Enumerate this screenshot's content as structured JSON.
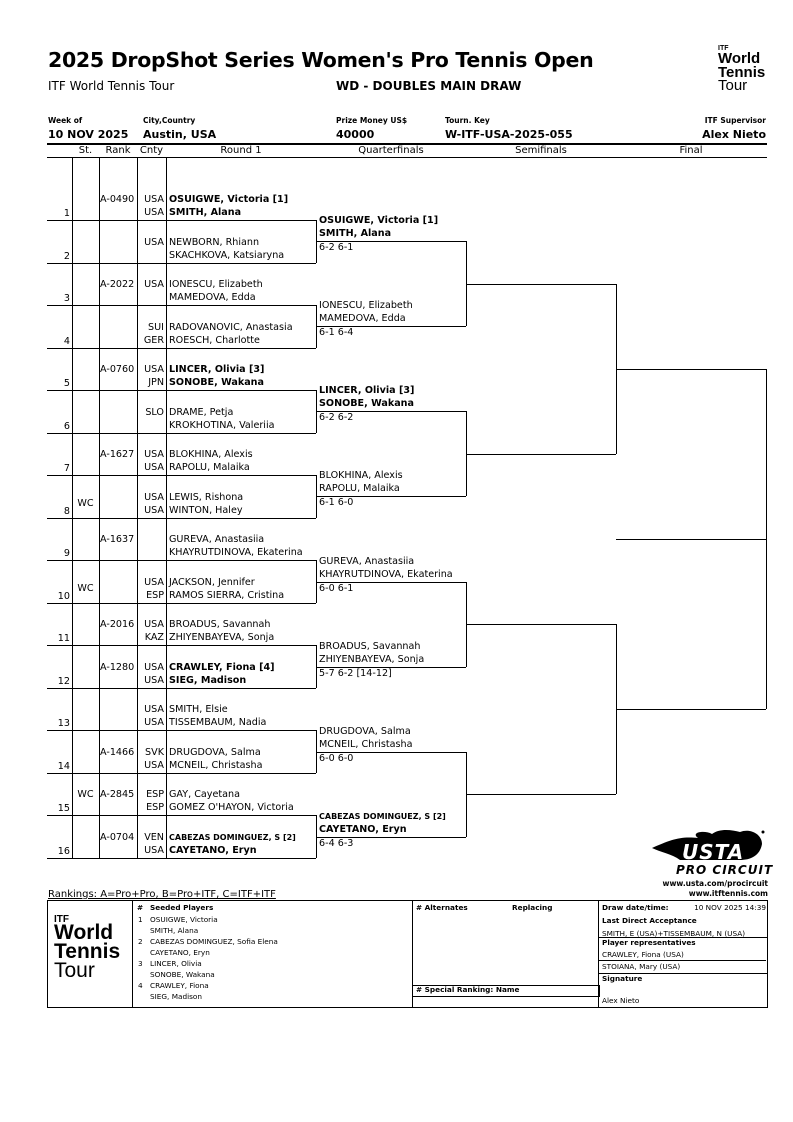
{
  "header": {
    "title": "2025 DropShot Series Women's Pro Tennis Open",
    "subtitle": "ITF World Tennis Tour",
    "draw_type": "WD - DOUBLES MAIN DRAW",
    "logo_text": [
      "ITF",
      "World",
      "Tennis",
      "Tour"
    ]
  },
  "info": {
    "week_label": "Week of",
    "week": "10 NOV 2025",
    "city_label": "City,Country",
    "city": "Austin, USA",
    "prize_label": "Prize Money US$",
    "prize": "40000",
    "key_label": "Tourn. Key",
    "key": "W-ITF-USA-2025-055",
    "supervisor_label": "ITF Supervisor",
    "supervisor": "Alex Nieto"
  },
  "columns": {
    "st": "St.",
    "rank": "Rank",
    "cnty": "Cnty",
    "r1": "Round 1",
    "qf": "Quarterfinals",
    "sf": "Semifinals",
    "final": "Final"
  },
  "entries": [
    {
      "num": "1",
      "st": "",
      "rank": "A-0490",
      "cnty": [
        "USA",
        "USA"
      ],
      "names": [
        "OSUIGWE, Victoria [1]",
        "SMITH, Alana"
      ],
      "bold": true
    },
    {
      "num": "2",
      "st": "",
      "rank": "",
      "cnty": [
        "USA",
        ""
      ],
      "names": [
        "NEWBORN, Rhiann",
        "SKACHKOVA, Katsiaryna"
      ]
    },
    {
      "num": "3",
      "st": "",
      "rank": "A-2022",
      "cnty": [
        "USA",
        ""
      ],
      "names": [
        "IONESCU, Elizabeth",
        "MAMEDOVA, Edda"
      ]
    },
    {
      "num": "4",
      "st": "",
      "rank": "",
      "cnty": [
        "SUI",
        "GER"
      ],
      "names": [
        "RADOVANOVIC, Anastasia",
        "ROESCH, Charlotte"
      ]
    },
    {
      "num": "5",
      "st": "",
      "rank": "A-0760",
      "cnty": [
        "USA",
        "JPN"
      ],
      "names": [
        "LINCER, Olivia [3]",
        "SONOBE, Wakana"
      ],
      "bold": true
    },
    {
      "num": "6",
      "st": "",
      "rank": "",
      "cnty": [
        "SLO",
        ""
      ],
      "names": [
        "DRAME, Petja",
        "KROKHOTINA, Valeriia"
      ]
    },
    {
      "num": "7",
      "st": "",
      "rank": "A-1627",
      "cnty": [
        "USA",
        "USA"
      ],
      "names": [
        "BLOKHINA, Alexis",
        "RAPOLU, Malaika"
      ]
    },
    {
      "num": "8",
      "st": "WC",
      "rank": "",
      "cnty": [
        "USA",
        "USA"
      ],
      "names": [
        "LEWIS, Rishona",
        "WINTON, Haley"
      ]
    },
    {
      "num": "9",
      "st": "",
      "rank": "A-1637",
      "cnty": [
        "",
        ""
      ],
      "names": [
        "GUREVA, Anastasiia",
        "KHAYRUTDINOVA, Ekaterina"
      ]
    },
    {
      "num": "10",
      "st": "WC",
      "rank": "",
      "cnty": [
        "USA",
        "ESP"
      ],
      "names": [
        "JACKSON, Jennifer",
        "RAMOS SIERRA, Cristina"
      ]
    },
    {
      "num": "11",
      "st": "",
      "rank": "A-2016",
      "cnty": [
        "USA",
        "KAZ"
      ],
      "names": [
        "BROADUS, Savannah",
        "ZHIYENBAYEVA, Sonja"
      ]
    },
    {
      "num": "12",
      "st": "",
      "rank": "A-1280",
      "cnty": [
        "USA",
        "USA"
      ],
      "names": [
        "CRAWLEY, Fiona [4]",
        "SIEG, Madison"
      ],
      "bold": true
    },
    {
      "num": "13",
      "st": "",
      "rank": "",
      "cnty": [
        "USA",
        "USA"
      ],
      "names": [
        "SMITH, Elsie",
        "TISSEMBAUM, Nadia"
      ]
    },
    {
      "num": "14",
      "st": "",
      "rank": "A-1466",
      "cnty": [
        "SVK",
        "USA"
      ],
      "names": [
        "DRUGDOVA, Salma",
        "MCNEIL, Christasha"
      ]
    },
    {
      "num": "15",
      "st": "WC",
      "rank": "A-2845",
      "cnty": [
        "ESP",
        "ESP"
      ],
      "names": [
        "GAY, Cayetana",
        "GOMEZ O'HAYON, Victoria"
      ]
    },
    {
      "num": "16",
      "st": "",
      "rank": "A-0704",
      "cnty": [
        "VEN",
        "USA"
      ],
      "names": [
        "CABEZAS DOMINGUEZ, S [2]",
        "CAYETANO, Eryn"
      ],
      "bold": true,
      "small_first": true
    }
  ],
  "quarterfinals": [
    {
      "names": [
        "OSUIGWE, Victoria [1]",
        "SMITH, Alana"
      ],
      "score": "6-2 6-1",
      "bold": true
    },
    {
      "names": [
        "IONESCU, Elizabeth",
        "MAMEDOVA, Edda"
      ],
      "score": "6-1 6-4"
    },
    {
      "names": [
        "LINCER, Olivia [3]",
        "SONOBE, Wakana"
      ],
      "score": "6-2 6-2",
      "bold": true
    },
    {
      "names": [
        "BLOKHINA, Alexis",
        "RAPOLU, Malaika"
      ],
      "score": "6-1 6-0"
    },
    {
      "names": [
        "GUREVA, Anastasiia",
        "KHAYRUTDINOVA, Ekaterina"
      ],
      "score": "6-0 6-1"
    },
    {
      "names": [
        "BROADUS, Savannah",
        "ZHIYENBAYEVA, Sonja"
      ],
      "score": "5-7 6-2 [14-12]"
    },
    {
      "names": [
        "DRUGDOVA, Salma",
        "MCNEIL, Christasha"
      ],
      "score": "6-0 6-0"
    },
    {
      "names": [
        "CABEZAS DOMINGUEZ, S [2]",
        "CAYETANO, Eryn"
      ],
      "score": "6-4 6-3",
      "bold": true,
      "small_first": true
    }
  ],
  "usta": {
    "logo_text": "USTA",
    "logo_sub": "PRO CIRCUIT",
    "url1": "www.usta.com/procircuit",
    "url2": "www.itftennis.com"
  },
  "footer": {
    "rankings_note": "Rankings: A=Pro+Pro, B=Pro+ITF, C=ITF+ITF",
    "seeded_hash": "#",
    "seeded_title": "Seeded Players",
    "seeds": [
      {
        "n": "1",
        "names": [
          "OSUIGWE, Victoria",
          "SMITH, Alana"
        ]
      },
      {
        "n": "2",
        "names": [
          "CABEZAS DOMINGUEZ, Sofia Elena",
          "CAYETANO, Eryn"
        ]
      },
      {
        "n": "3",
        "names": [
          "LINCER, Olivia",
          "SONOBE, Wakana"
        ]
      },
      {
        "n": "4",
        "names": [
          "CRAWLEY, Fiona",
          "SIEG, Madison"
        ]
      }
    ],
    "alternates_title": "# Alternates",
    "replacing": "Replacing",
    "special_ranking": "#  Special Ranking: Name",
    "draw_date_label": "Draw date/time:",
    "draw_date": "10 NOV 2025 14:39",
    "lda_label": "Last Direct Acceptance",
    "lda": "SMITH, E (USA)+TISSEMBAUM, N (USA)",
    "reps_label": "Player representatives",
    "reps": [
      "CRAWLEY, Fiona (USA)",
      "STOIANA, Mary (USA)"
    ],
    "signature_label": "Signature",
    "signature": "Alex Nieto"
  }
}
